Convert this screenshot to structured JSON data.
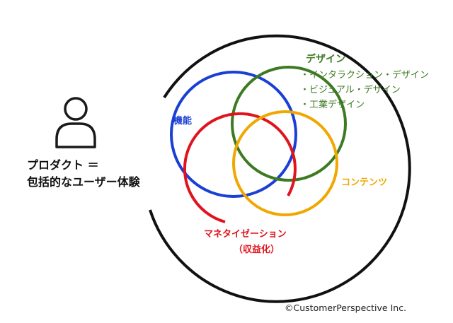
{
  "product_label": {
    "line1": "プロダクト ＝",
    "line2": "包括的なユーザー体験"
  },
  "circles": {
    "function": {
      "label": "機能",
      "color": "#1a3fd4"
    },
    "design": {
      "label": "デザイン",
      "color": "#3d7a22",
      "items": [
        "・インタラクション・デザイン",
        "・ビジュアル・デザイン",
        "・工業デザイン"
      ]
    },
    "content": {
      "label": "コンテンツ",
      "color": "#f0a800"
    },
    "monetization": {
      "label_line1": "マネタイゼーション",
      "label_line2": "（収益化）",
      "color": "#e0141e"
    }
  },
  "copyright": "©CustomerPerspective Inc."
}
